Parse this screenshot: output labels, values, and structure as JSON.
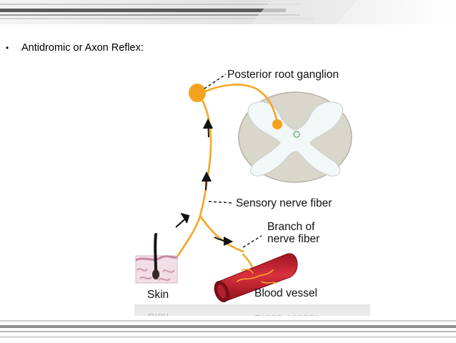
{
  "slide": {
    "bullet": "•",
    "heading": "Antidromic or Axon Reflex:"
  },
  "diagram": {
    "labels": {
      "ganglion": "Posterior root ganglion",
      "sensory": "Sensory nerve fiber",
      "branch_line1": "Branch of",
      "branch_line2": "nerve fiber",
      "skin": "Skin",
      "vessel": "Blood vessel"
    },
    "reflection": {
      "skin": "Skin",
      "vessel": "Blood vessel"
    }
  },
  "colors": {
    "nerve": "#F5A623",
    "ganglion": "#F4A21E",
    "vessel": "#C8202F",
    "cord_white": "#D9D6CC",
    "cord_gray": "#F2F7F8"
  }
}
